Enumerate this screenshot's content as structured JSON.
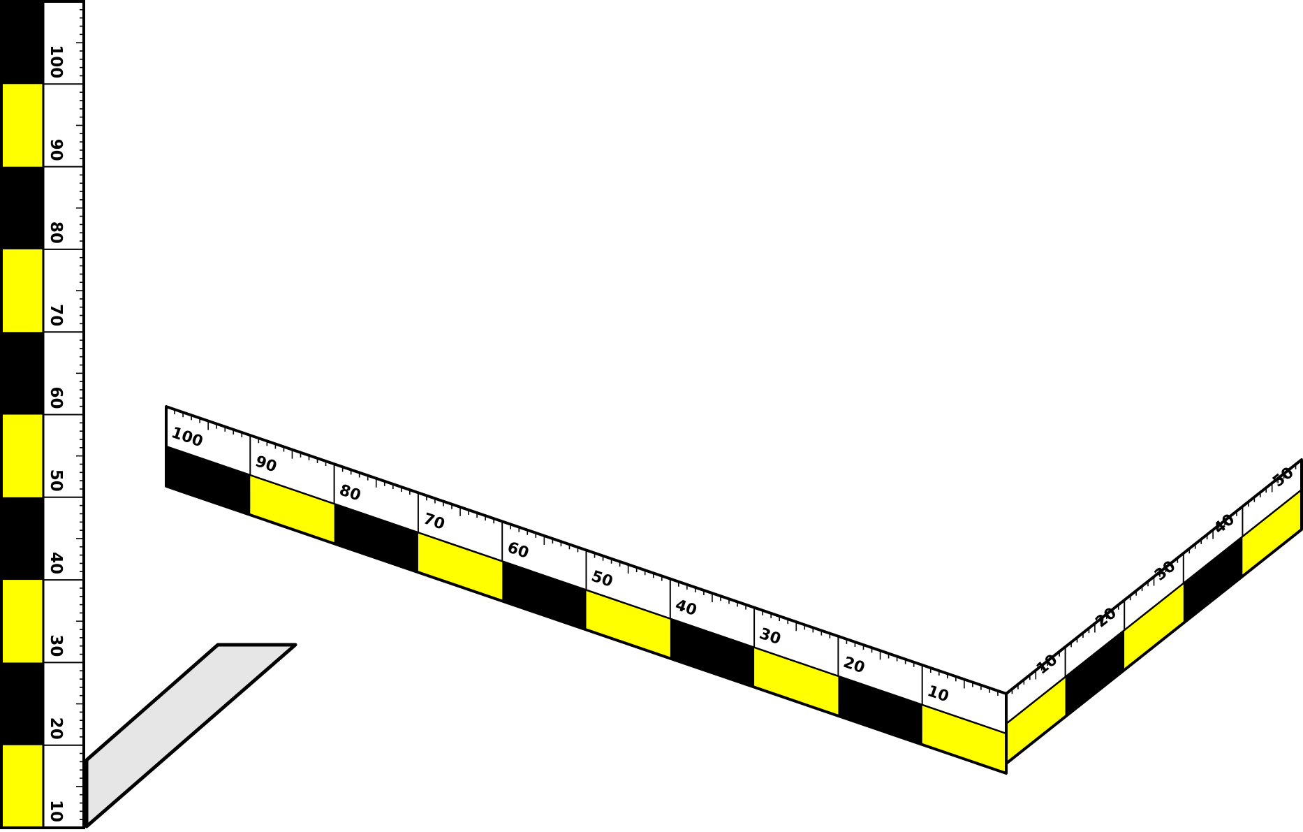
{
  "colors": {
    "black": "#000000",
    "yellow": "#ffff00",
    "white": "#ffffff",
    "shadow": "#e6e6e6"
  },
  "scales": {
    "vertical": {
      "labels": [
        "10",
        "20",
        "30",
        "40",
        "50",
        "60",
        "70",
        "80",
        "90",
        "100"
      ]
    },
    "long_horizontal": {
      "labels": [
        "10",
        "20",
        "30",
        "40",
        "50",
        "60",
        "70",
        "80",
        "90",
        "100"
      ]
    },
    "short_horizontal": {
      "labels": [
        "10",
        "20",
        "30",
        "40",
        "50"
      ]
    }
  }
}
